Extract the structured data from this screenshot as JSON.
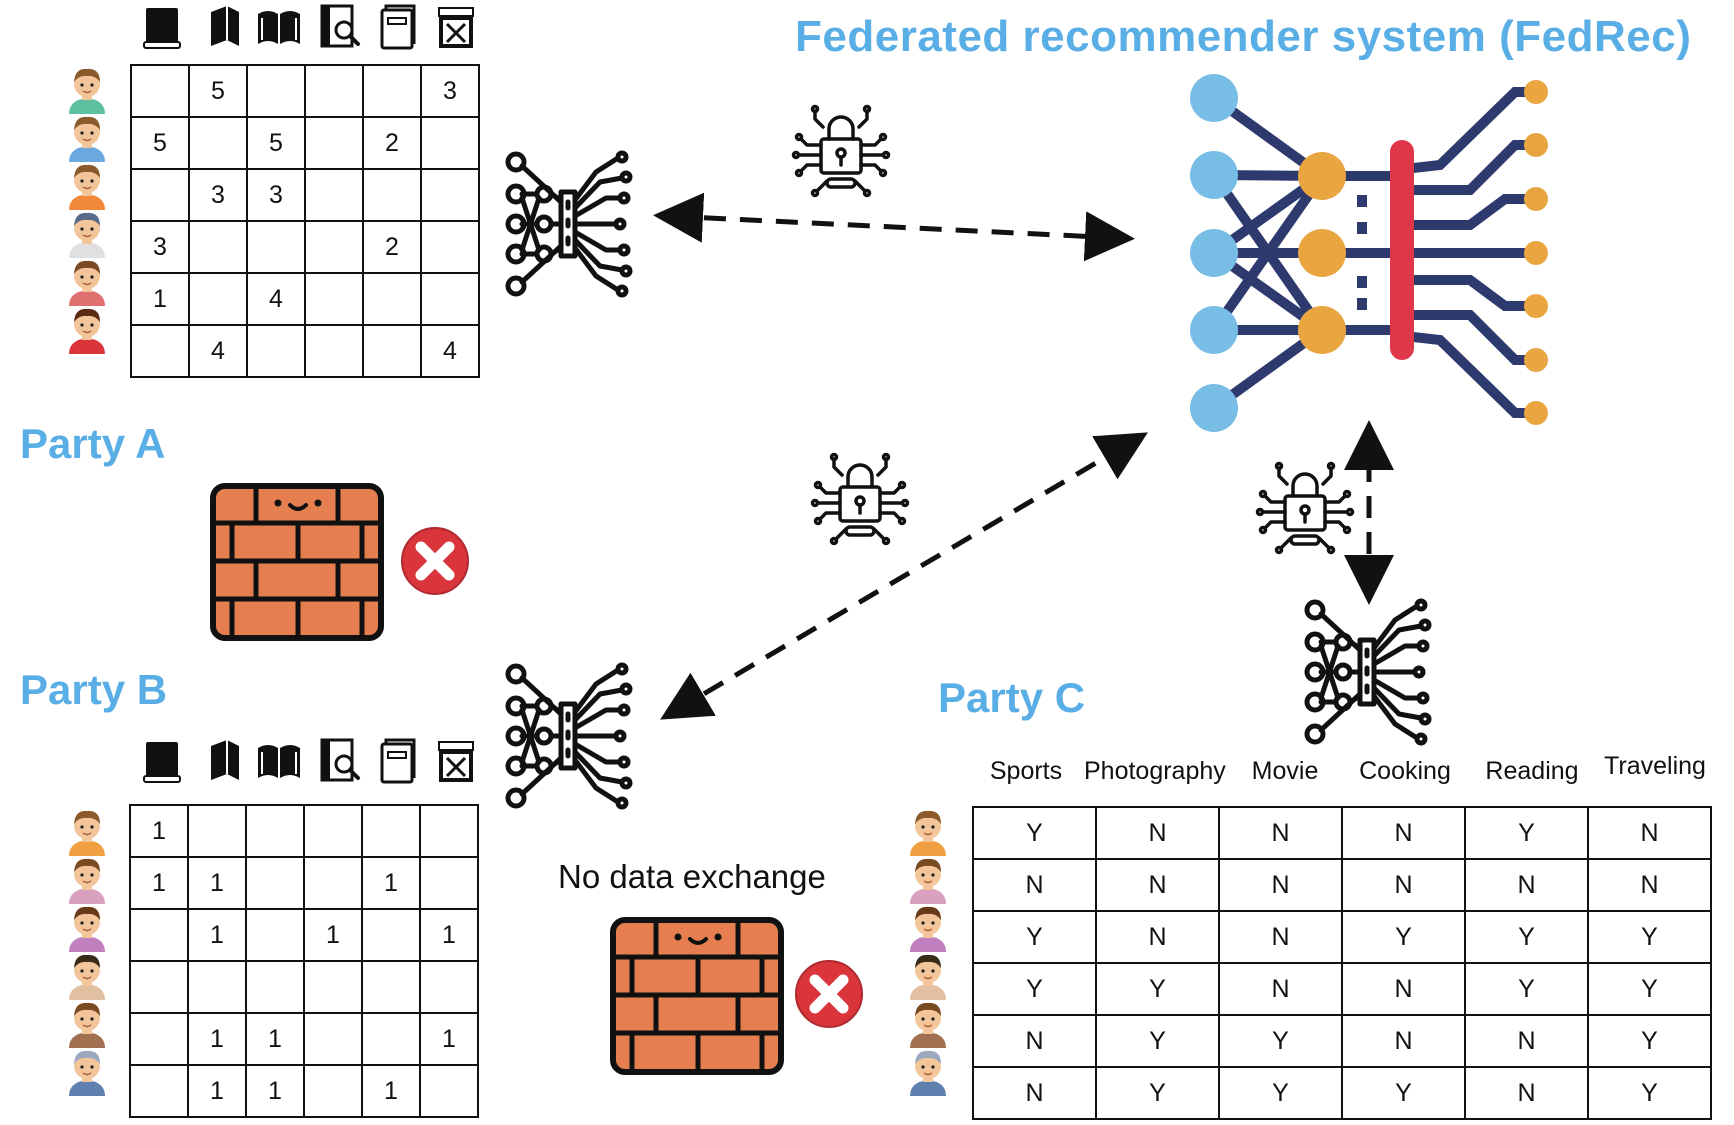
{
  "title": "Federated recommender system (FedRec)",
  "party_a": {
    "label": "Party A",
    "rows": [
      [
        "",
        "5",
        "",
        "",
        "",
        "3"
      ],
      [
        "5",
        "",
        "5",
        "",
        "2",
        ""
      ],
      [
        "",
        "3",
        "3",
        "",
        "",
        ""
      ],
      [
        "3",
        "",
        "",
        "",
        "2",
        ""
      ],
      [
        "1",
        "",
        "4",
        "",
        "",
        ""
      ],
      [
        "",
        "4",
        "",
        "",
        "",
        "4"
      ]
    ]
  },
  "party_b": {
    "label": "Party B",
    "rows": [
      [
        "1",
        "",
        "",
        "",
        "",
        ""
      ],
      [
        "1",
        "1",
        "",
        "",
        "1",
        ""
      ],
      [
        "",
        "1",
        "",
        "1",
        "",
        "1"
      ],
      [
        "",
        "",
        "",
        "",
        "",
        ""
      ],
      [
        "",
        "1",
        "1",
        "",
        "",
        "1"
      ],
      [
        "",
        "1",
        "1",
        "",
        "1",
        ""
      ]
    ]
  },
  "party_c": {
    "label": "Party C",
    "headers": [
      "Sports",
      "Photography",
      "Movie",
      "Cooking",
      "Reading",
      "Traveling"
    ],
    "rows": [
      [
        "Y",
        "N",
        "N",
        "N",
        "Y",
        "N"
      ],
      [
        "N",
        "N",
        "N",
        "N",
        "N",
        "N"
      ],
      [
        "Y",
        "N",
        "N",
        "Y",
        "Y",
        "Y"
      ],
      [
        "Y",
        "Y",
        "N",
        "N",
        "Y",
        "Y"
      ],
      [
        "N",
        "Y",
        "Y",
        "N",
        "N",
        "Y"
      ],
      [
        "N",
        "Y",
        "Y",
        "Y",
        "N",
        "Y"
      ]
    ]
  },
  "no_exchange_label": "No data exchange",
  "icons": {
    "item_icons": [
      "book-icon",
      "open-book-side-icon",
      "open-book-icon",
      "book-search-icon",
      "notebook-icon",
      "cookbook-icon"
    ],
    "user_avatars": "user-avatar-icon",
    "model": "neural-circuit-icon",
    "lock": "secure-lock-circuit-icon",
    "firewall": "firewall-brick-icon",
    "blocked": "blocked-x-icon"
  },
  "colors": {
    "accent": "#5aaee6",
    "node_input": "#78bde6",
    "node_hidden": "#e9a640",
    "node_output": "#e9a640",
    "edge": "#2e3a6e",
    "bar": "#e0364a",
    "brick": "#e57f4f",
    "stop": "#d9353b"
  }
}
